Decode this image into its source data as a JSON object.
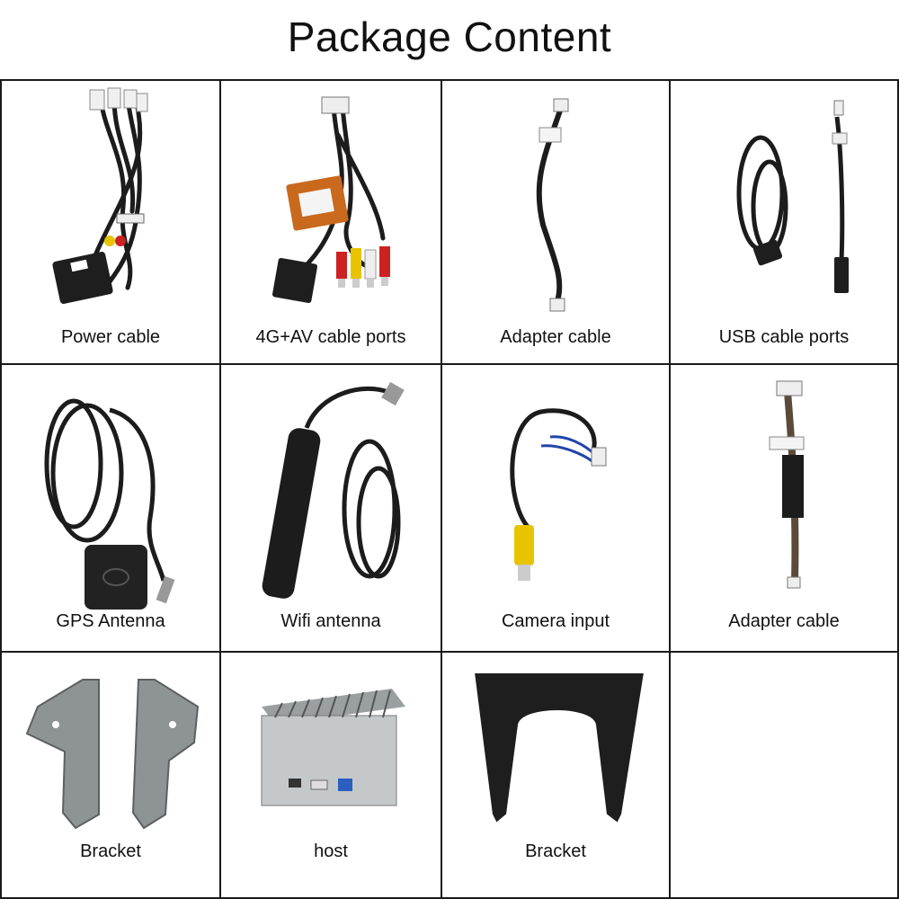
{
  "page": {
    "title": "Package Content"
  },
  "items": [
    {
      "label": "Power cable",
      "icon": "power-cable-icon"
    },
    {
      "label": "4G+AV cable ports",
      "icon": "av-cable-icon"
    },
    {
      "label": "Adapter cable",
      "icon": "adapter-cable-icon"
    },
    {
      "label": "USB cable ports",
      "icon": "usb-cable-icon"
    },
    {
      "label": "GPS Antenna",
      "icon": "gps-antenna-icon"
    },
    {
      "label": "Wifi antenna",
      "icon": "wifi-antenna-icon"
    },
    {
      "label": "Camera input",
      "icon": "camera-input-icon"
    },
    {
      "label": "Adapter cable",
      "icon": "adapter-cable-2-icon"
    },
    {
      "label": "Bracket",
      "icon": "bracket-icon"
    },
    {
      "label": "host",
      "icon": "host-unit-icon"
    },
    {
      "label": "Bracket",
      "icon": "frame-bracket-icon"
    }
  ],
  "colors": {
    "border": "#1a1a1a",
    "cable": "#1c1c1c",
    "rca_yellow": "#e8c400",
    "rca_red": "#cc2222",
    "metal": "#8e9393"
  }
}
